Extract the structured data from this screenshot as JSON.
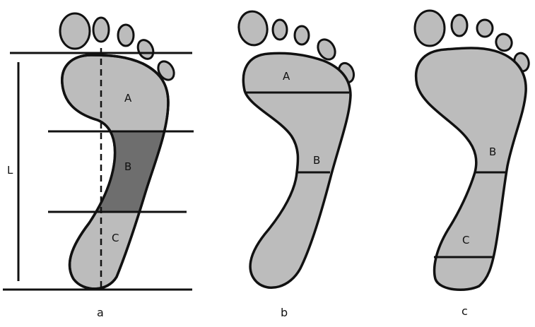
{
  "colors": {
    "foot_fill": "#bcbcbc",
    "shaded_region": "#6e6e6e",
    "line": "#111111"
  },
  "labels": {
    "length": "L",
    "region_a": "A",
    "region_b": "B",
    "region_c": "C"
  },
  "captions": {
    "a": "a",
    "b": "b",
    "c": "c"
  }
}
